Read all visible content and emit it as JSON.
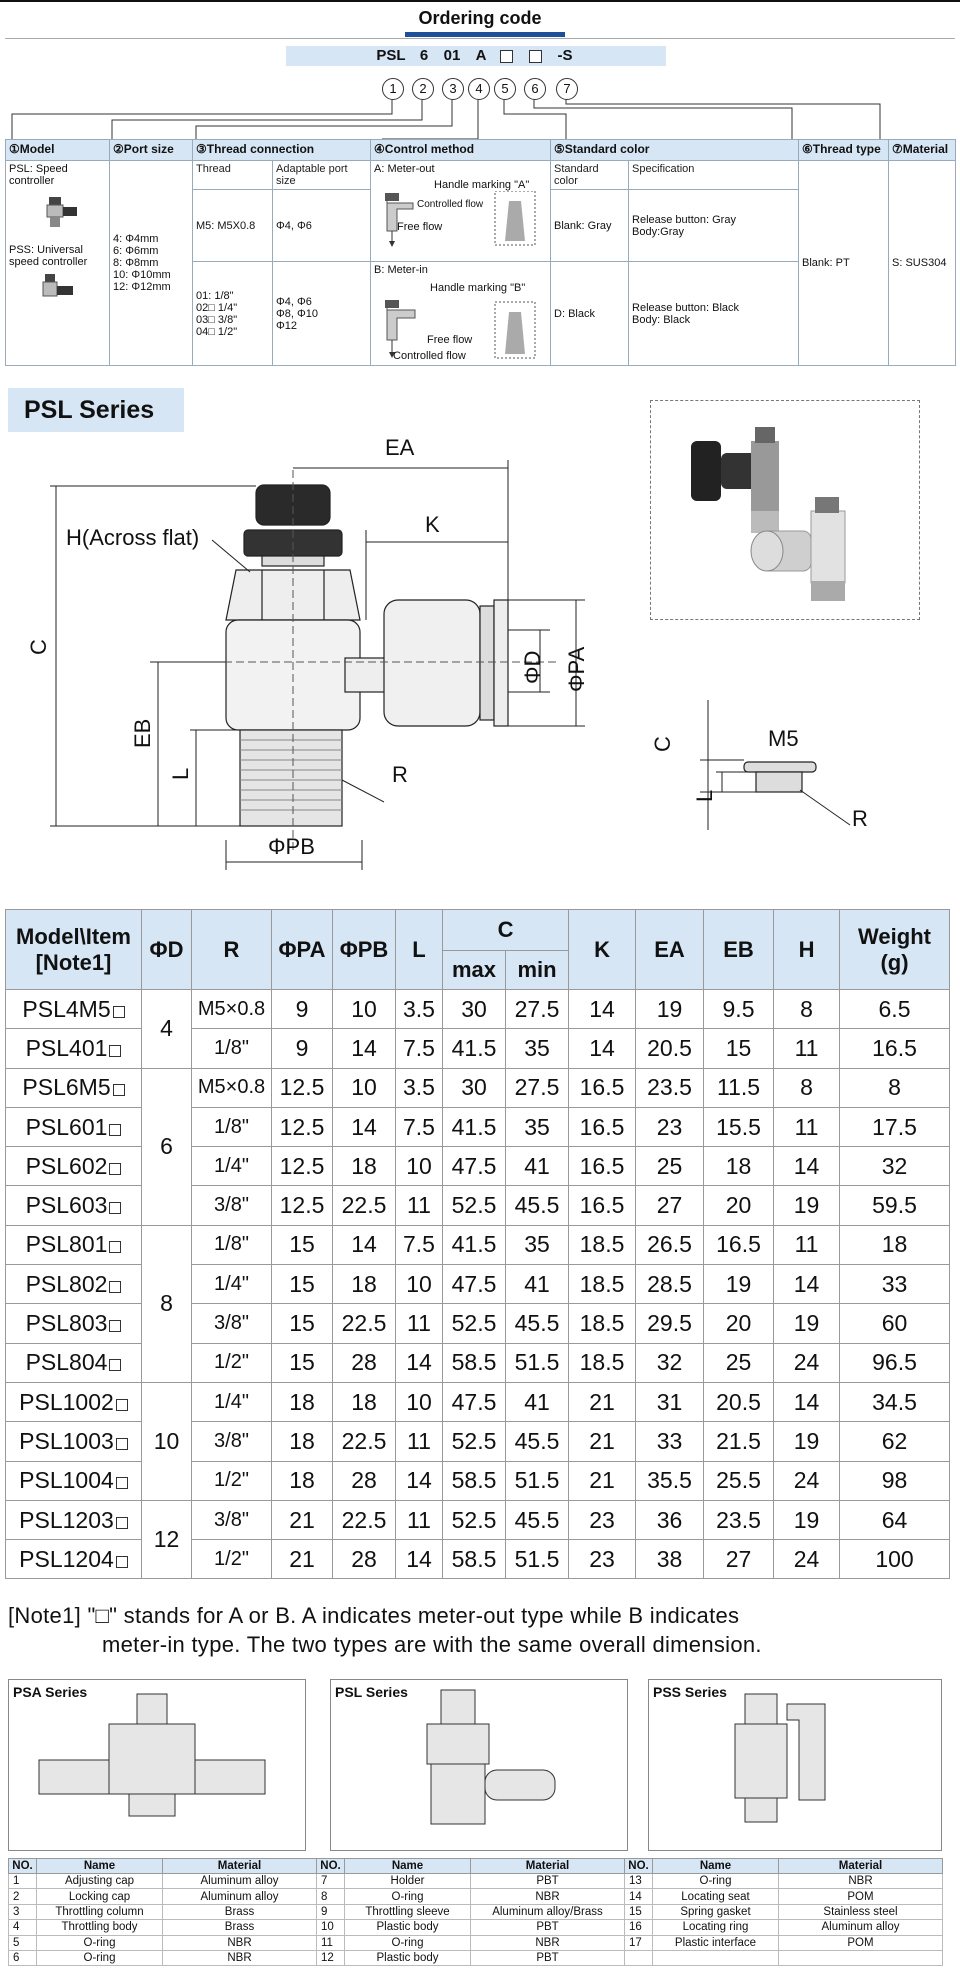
{
  "ordering": {
    "title": "Ordering code",
    "code_parts": [
      "PSL",
      "6",
      "01",
      "A",
      "-S"
    ],
    "circles": [
      "1",
      "2",
      "3",
      "4",
      "5",
      "6",
      "7"
    ],
    "headers": [
      "①Model",
      "②Port size",
      "③Thread connection",
      "④Control method",
      "⑤Standard color",
      "⑥Thread type",
      "⑦Material"
    ],
    "thread_sub": [
      "Thread",
      "Adaptable port size"
    ],
    "color_sub": [
      "Standard color",
      "Specification"
    ],
    "model_psl": "PSL: Speed controller",
    "model_pss": "PSS: Universal speed controller",
    "port_sizes": [
      "4: Φ4mm",
      "6: Φ6mm",
      "8: Φ8mm",
      "10: Φ10mm",
      "12: Φ12mm"
    ],
    "thread_m5": "M5: M5X0.8",
    "thread_m5_ports": "Φ4, Φ6",
    "thread_list": [
      "01: 1/8\"",
      "02□ 1/4\"",
      "03□ 3/8\"",
      "04□ 1/2\""
    ],
    "thread_list_ports": [
      "Φ4, Φ6",
      "Φ8, Φ10",
      "Φ12"
    ],
    "meter_out": "A: Meter-out",
    "handle_a": "Handle marking \"A\"",
    "controlled_flow": "Controlled flow",
    "free_flow": "Free flow",
    "meter_in": "B: Meter-in",
    "handle_b": "Handle marking \"B\"",
    "color_gray": "Blank: Gray",
    "spec_gray": [
      "Release button: Gray",
      "Body:Gray"
    ],
    "color_black": "D: Black",
    "spec_black": [
      "Release button: Black",
      "Body: Black"
    ],
    "thread_type": "Blank: PT",
    "material": "S: SUS304"
  },
  "psl_series": {
    "title": "PSL Series",
    "dim_labels": {
      "ea": "EA",
      "k": "K",
      "h": "H(Across flat)",
      "c": "C",
      "eb": "EB",
      "l": "L",
      "r": "R",
      "pb": "ΦPB",
      "d": "ΦD",
      "pa": "ΦPA",
      "c2": "C",
      "l2": "L",
      "m5": "M5",
      "r2": "R"
    }
  },
  "dim_table": {
    "headers": [
      "Model\\Item",
      "[Note1]",
      "ΦD",
      "R",
      "ΦPA",
      "ΦPB",
      "L",
      "C",
      "max",
      "min",
      "K",
      "EA",
      "EB",
      "H",
      "Weight",
      "(g)"
    ],
    "rows": [
      {
        "model": "PSL4M5",
        "d": "4",
        "r": "M5×0.8",
        "pa": "9",
        "pb": "10",
        "l": "3.5",
        "cmax": "30",
        "cmin": "27.5",
        "k": "14",
        "ea": "19",
        "eb": "9.5",
        "h": "8",
        "w": "6.5"
      },
      {
        "model": "PSL401",
        "d": "",
        "r": "1/8\"",
        "pa": "9",
        "pb": "14",
        "l": "7.5",
        "cmax": "41.5",
        "cmin": "35",
        "k": "14",
        "ea": "20.5",
        "eb": "15",
        "h": "11",
        "w": "16.5"
      },
      {
        "model": "PSL6M5",
        "d": "6",
        "r": "M5×0.8",
        "pa": "12.5",
        "pb": "10",
        "l": "3.5",
        "cmax": "30",
        "cmin": "27.5",
        "k": "16.5",
        "ea": "23.5",
        "eb": "11.5",
        "h": "8",
        "w": "8"
      },
      {
        "model": "PSL601",
        "d": "",
        "r": "1/8\"",
        "pa": "12.5",
        "pb": "14",
        "l": "7.5",
        "cmax": "41.5",
        "cmin": "35",
        "k": "16.5",
        "ea": "23",
        "eb": "15.5",
        "h": "11",
        "w": "17.5"
      },
      {
        "model": "PSL602",
        "d": "",
        "r": "1/4\"",
        "pa": "12.5",
        "pb": "18",
        "l": "10",
        "cmax": "47.5",
        "cmin": "41",
        "k": "16.5",
        "ea": "25",
        "eb": "18",
        "h": "14",
        "w": "32"
      },
      {
        "model": "PSL603",
        "d": "",
        "r": "3/8\"",
        "pa": "12.5",
        "pb": "22.5",
        "l": "11",
        "cmax": "52.5",
        "cmin": "45.5",
        "k": "16.5",
        "ea": "27",
        "eb": "20",
        "h": "19",
        "w": "59.5"
      },
      {
        "model": "PSL801",
        "d": "8",
        "r": "1/8\"",
        "pa": "15",
        "pb": "14",
        "l": "7.5",
        "cmax": "41.5",
        "cmin": "35",
        "k": "18.5",
        "ea": "26.5",
        "eb": "16.5",
        "h": "11",
        "w": "18"
      },
      {
        "model": "PSL802",
        "d": "",
        "r": "1/4\"",
        "pa": "15",
        "pb": "18",
        "l": "10",
        "cmax": "47.5",
        "cmin": "41",
        "k": "18.5",
        "ea": "28.5",
        "eb": "19",
        "h": "14",
        "w": "33"
      },
      {
        "model": "PSL803",
        "d": "",
        "r": "3/8\"",
        "pa": "15",
        "pb": "22.5",
        "l": "11",
        "cmax": "52.5",
        "cmin": "45.5",
        "k": "18.5",
        "ea": "29.5",
        "eb": "20",
        "h": "19",
        "w": "60"
      },
      {
        "model": "PSL804",
        "d": "",
        "r": "1/2\"",
        "pa": "15",
        "pb": "28",
        "l": "14",
        "cmax": "58.5",
        "cmin": "51.5",
        "k": "18.5",
        "ea": "32",
        "eb": "25",
        "h": "24",
        "w": "96.5"
      },
      {
        "model": "PSL1002",
        "d": "10",
        "r": "1/4\"",
        "pa": "18",
        "pb": "18",
        "l": "10",
        "cmax": "47.5",
        "cmin": "41",
        "k": "21",
        "ea": "31",
        "eb": "20.5",
        "h": "14",
        "w": "34.5"
      },
      {
        "model": "PSL1003",
        "d": "",
        "r": "3/8\"",
        "pa": "18",
        "pb": "22.5",
        "l": "11",
        "cmax": "52.5",
        "cmin": "45.5",
        "k": "21",
        "ea": "33",
        "eb": "21.5",
        "h": "19",
        "w": "62"
      },
      {
        "model": "PSL1004",
        "d": "",
        "r": "1/2\"",
        "pa": "18",
        "pb": "28",
        "l": "14",
        "cmax": "58.5",
        "cmin": "51.5",
        "k": "21",
        "ea": "35.5",
        "eb": "25.5",
        "h": "24",
        "w": "98"
      },
      {
        "model": "PSL1203",
        "d": "12",
        "r": "3/8\"",
        "pa": "21",
        "pb": "22.5",
        "l": "11",
        "cmax": "52.5",
        "cmin": "45.5",
        "k": "23",
        "ea": "36",
        "eb": "23.5",
        "h": "19",
        "w": "64"
      },
      {
        "model": "PSL1204",
        "d": "",
        "r": "1/2\"",
        "pa": "21",
        "pb": "28",
        "l": "14",
        "cmax": "58.5",
        "cmin": "51.5",
        "k": "23",
        "ea": "38",
        "eb": "27",
        "h": "24",
        "w": "100"
      }
    ]
  },
  "note": {
    "line1": "[Note1] \"□\"  stands for A or B. A indicates meter-out type while B indicates",
    "line2": "meter-in type. The two types are with the same overall dimension."
  },
  "series_drawings": [
    "PSA Series",
    "PSL Series",
    "PSS Series"
  ],
  "parts_table": {
    "headers": [
      "NO.",
      "Name",
      "Material"
    ],
    "cols": [
      [
        {
          "no": "1",
          "name": "Adjusting cap",
          "material": "Aluminum alloy"
        },
        {
          "no": "2",
          "name": "Locking cap",
          "material": "Aluminum alloy"
        },
        {
          "no": "3",
          "name": "Throttling column",
          "material": "Brass"
        },
        {
          "no": "4",
          "name": "Throttling body",
          "material": "Brass"
        },
        {
          "no": "5",
          "name": "O-ring",
          "material": "NBR"
        },
        {
          "no": "6",
          "name": "O-ring",
          "material": "NBR"
        }
      ],
      [
        {
          "no": "7",
          "name": "Holder",
          "material": "PBT"
        },
        {
          "no": "8",
          "name": "O-ring",
          "material": "NBR"
        },
        {
          "no": "9",
          "name": "Throttling sleeve",
          "material": "Aluminum alloy/Brass"
        },
        {
          "no": "10",
          "name": "Plastic body",
          "material": "PBT"
        },
        {
          "no": "11",
          "name": "O-ring",
          "material": "NBR"
        },
        {
          "no": "12",
          "name": "Plastic body",
          "material": "PBT"
        }
      ],
      [
        {
          "no": "13",
          "name": "O-ring",
          "material": "NBR"
        },
        {
          "no": "14",
          "name": "Locating seat",
          "material": "POM"
        },
        {
          "no": "15",
          "name": "Spring gasket",
          "material": "Stainless steel"
        },
        {
          "no": "16",
          "name": "Locating ring",
          "material": "Aluminum alloy"
        },
        {
          "no": "17",
          "name": "Plastic interface",
          "material": "POM"
        },
        {
          "no": "",
          "name": "",
          "material": ""
        }
      ]
    ]
  },
  "colors": {
    "accent": "#1f4f96",
    "header_bg": "#d7e6f5"
  }
}
